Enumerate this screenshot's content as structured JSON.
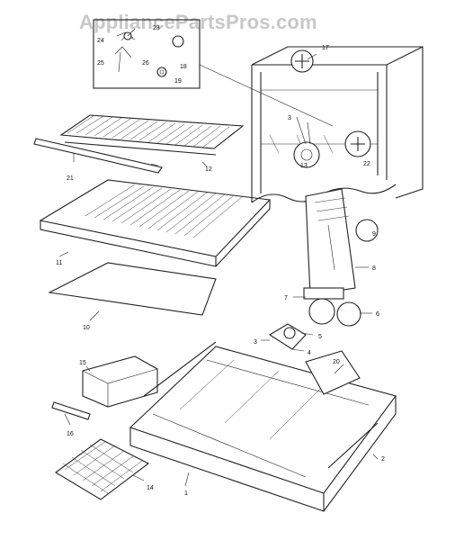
{
  "watermark": "AppliancePartsPros.com",
  "callouts": {
    "c1": "1",
    "c2": "2",
    "c3a": "3",
    "c3b": "3",
    "c4": "4",
    "c5": "5",
    "c6": "6",
    "c7": "7",
    "c8": "8",
    "c9": "9",
    "c10": "10",
    "c11": "11",
    "c12": "12",
    "c13": "13",
    "c14": "14",
    "c15": "15",
    "c16": "16",
    "c17": "17",
    "c18": "18",
    "c19": "19",
    "c20": "20",
    "c21": "21",
    "c22": "22",
    "c23": "23",
    "c24": "24",
    "c25": "25",
    "c26": "26"
  }
}
